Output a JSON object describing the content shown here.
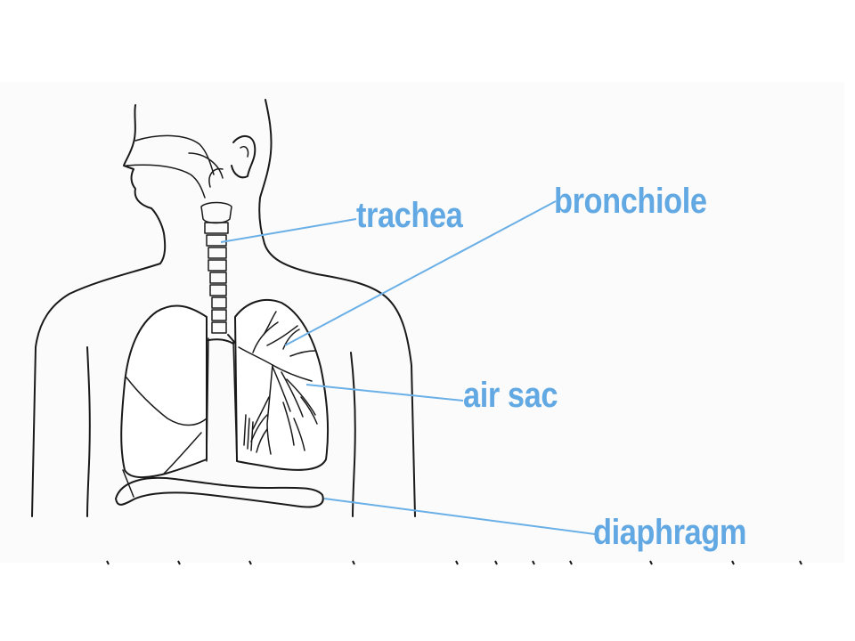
{
  "labels": {
    "trachea": "trachea",
    "bronchiole": "bronchiole",
    "air_sac": "air sac",
    "diaphragm": "diaphragm"
  },
  "colors": {
    "label_blue": "#62a9e3",
    "leader_blue": "#6aafe6",
    "outline": "#1a1a1a",
    "panel": "#fbfbfb",
    "background": "#ffffff"
  }
}
